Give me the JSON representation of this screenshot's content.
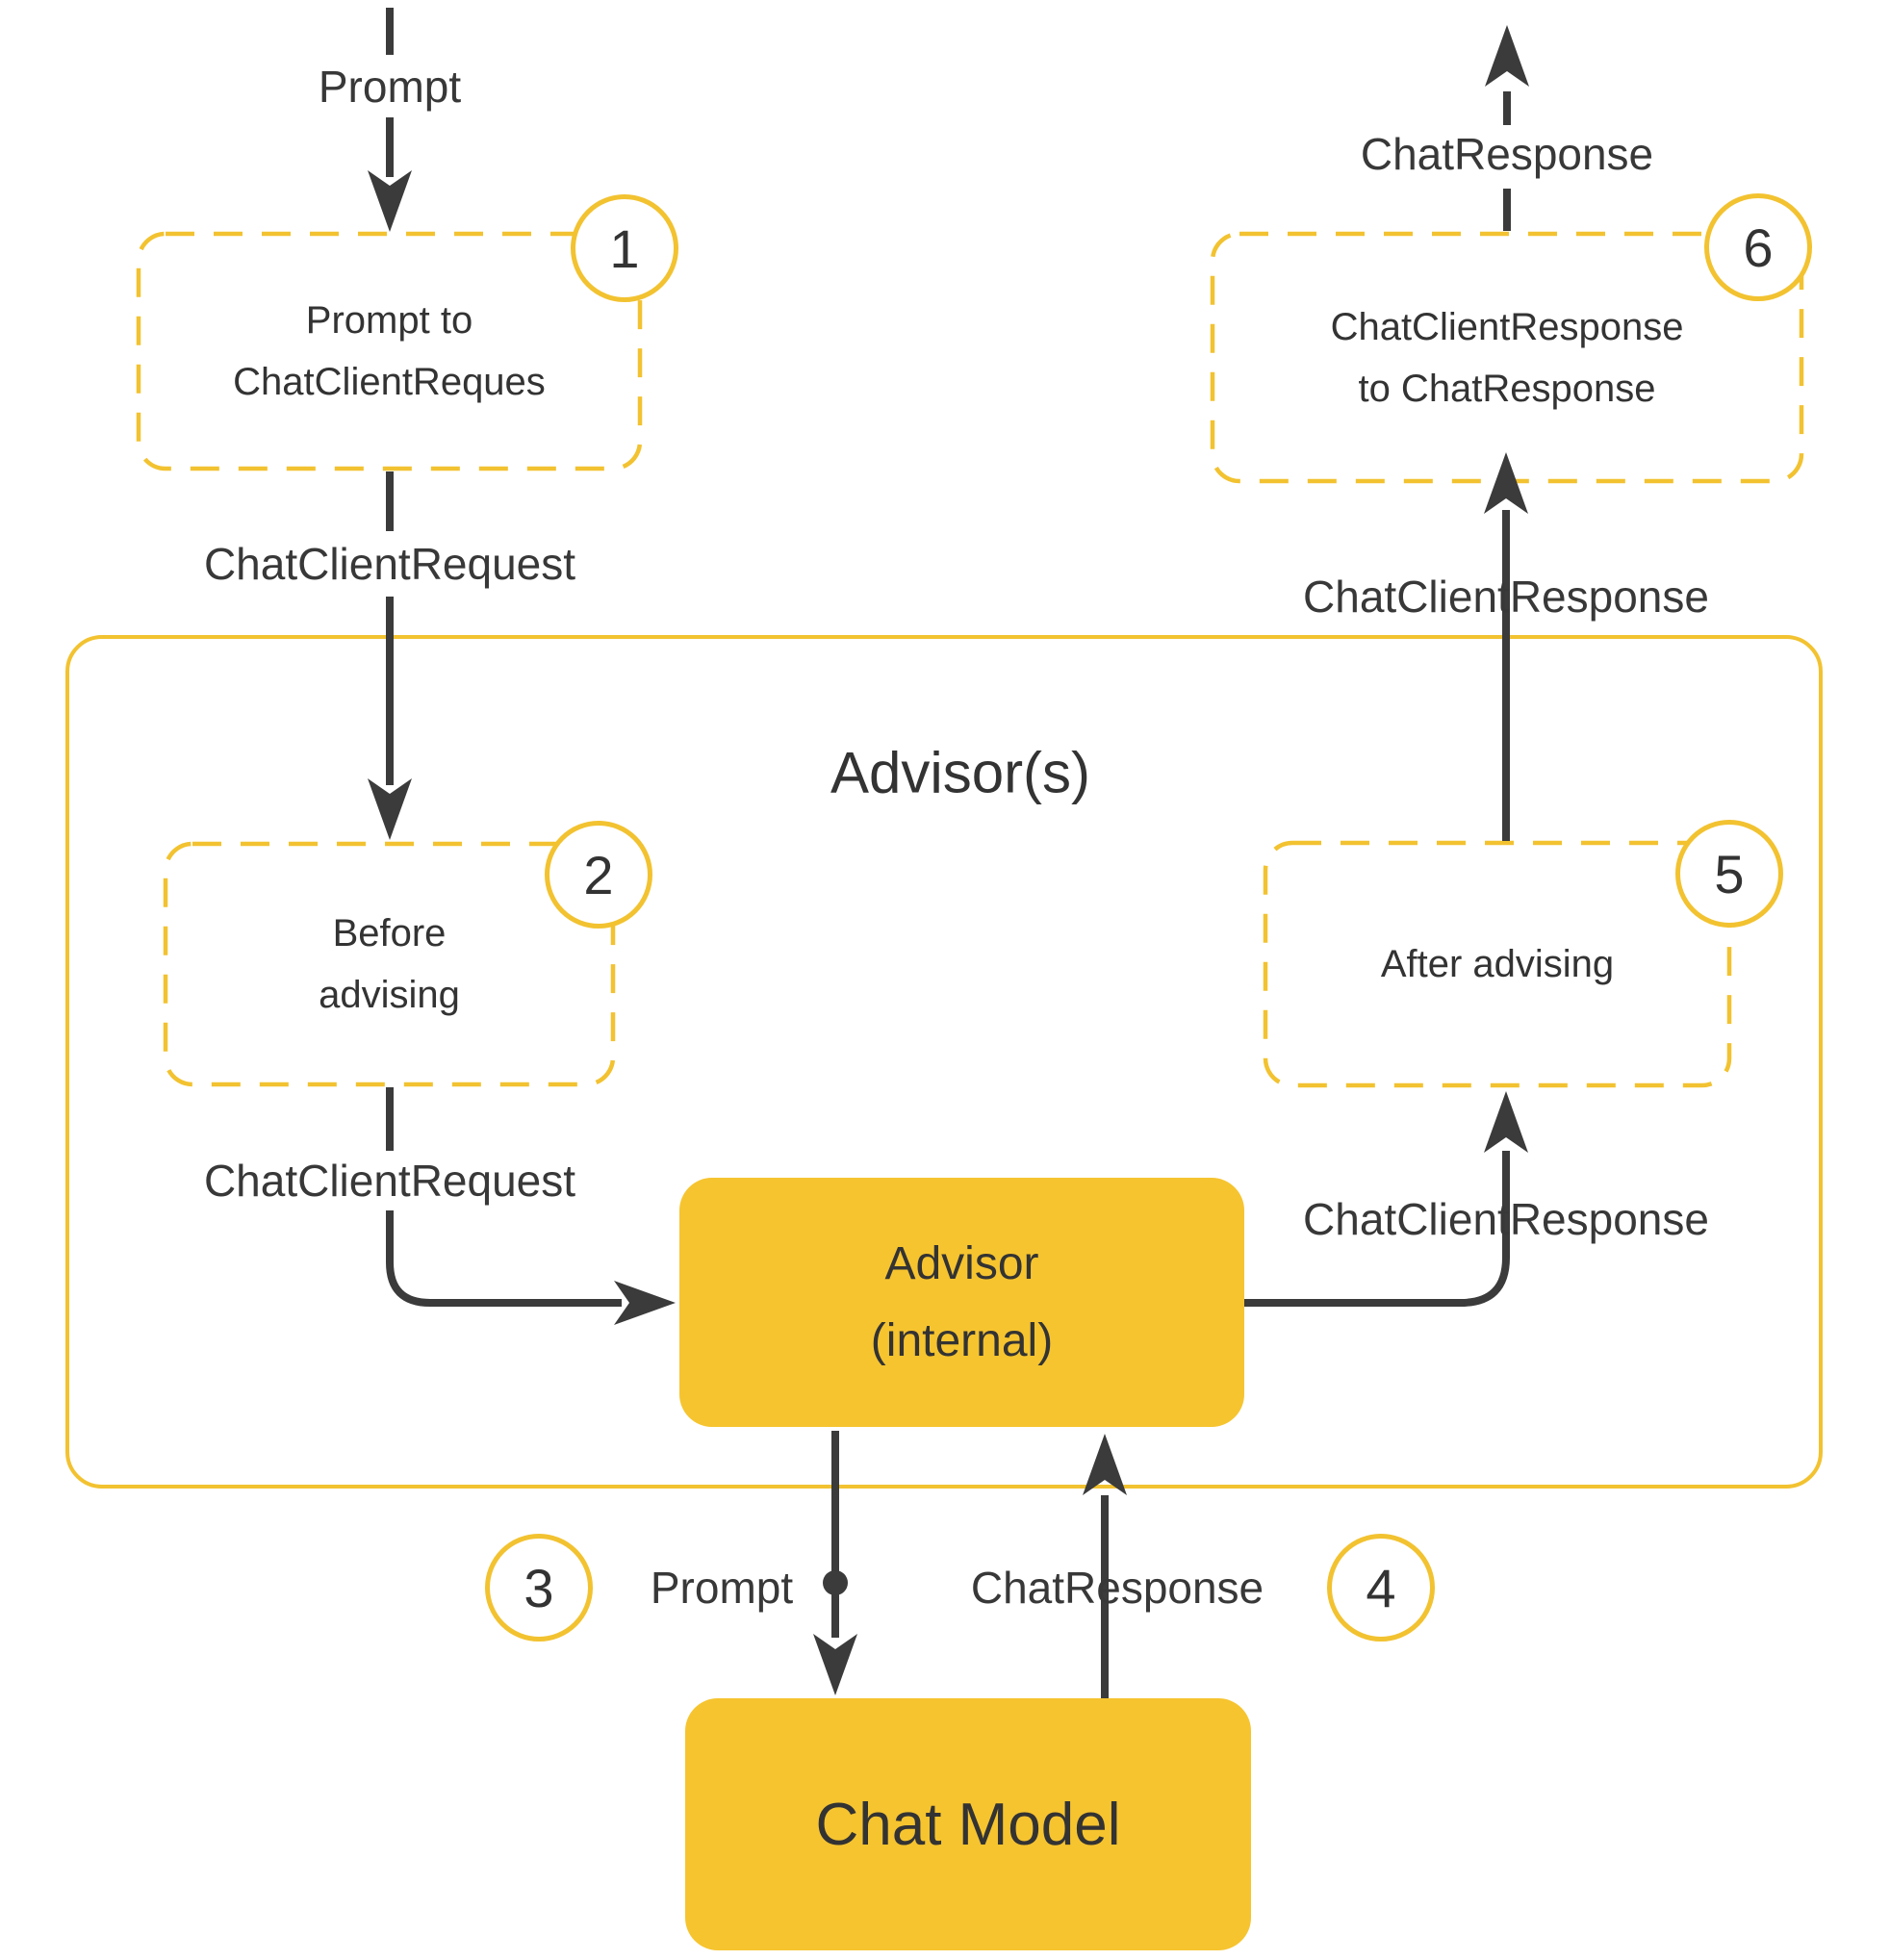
{
  "diagram": {
    "container_title": "Advisor(s)",
    "colors": {
      "accent_yellow": "#F2C230",
      "yellow_fill": "#F6C42F",
      "arrow_dark": "#3B3B3B",
      "text_dark": "#333333"
    },
    "boxes": {
      "step1": {
        "badge": "1",
        "line1": "Prompt to",
        "line2": "ChatClientReques"
      },
      "step2": {
        "badge": "2",
        "line1": "Before",
        "line2": "advising"
      },
      "step5": {
        "badge": "5",
        "label": "After advising"
      },
      "step6": {
        "badge": "6",
        "line1": "ChatClientResponse",
        "line2": "to ChatResponse"
      },
      "advisor_internal": {
        "line1": "Advisor",
        "line2": "(internal)"
      },
      "chat_model": {
        "label": "Chat Model"
      }
    },
    "standalone_badges": {
      "step3": "3",
      "step4": "4"
    },
    "edge_labels": {
      "prompt_top": "Prompt",
      "chat_client_request_upper": "ChatClientRequest",
      "chat_client_request_inner": "ChatClientRequest",
      "chat_client_response_inner": "ChatClientResponse",
      "chat_client_response_upper": "ChatClientResponse",
      "chat_response_top": "ChatResponse",
      "prompt_lower": "Prompt",
      "chat_response_lower": "ChatResponse"
    }
  }
}
